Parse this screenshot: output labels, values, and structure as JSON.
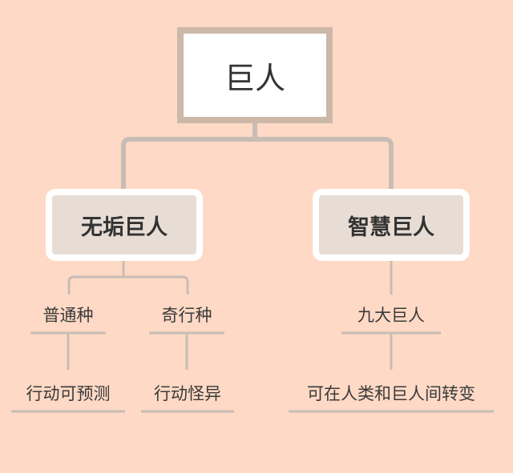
{
  "root": {
    "label": "巨人"
  },
  "branches": [
    {
      "label": "无垢巨人",
      "children": [
        {
          "label": "普通种",
          "detail": "行动可预测"
        },
        {
          "label": "奇行种",
          "detail": "行动怪异"
        }
      ]
    },
    {
      "label": "智慧巨人",
      "children": [
        {
          "label": "九大巨人",
          "detail": "可在人类和巨人间转变"
        }
      ]
    }
  ],
  "colors": {
    "background": "#fed9c5",
    "connector": "#c8bdb5",
    "root_border": "#cbb8a9",
    "branch_fill": "#e8ddd4",
    "text": "#333333"
  }
}
